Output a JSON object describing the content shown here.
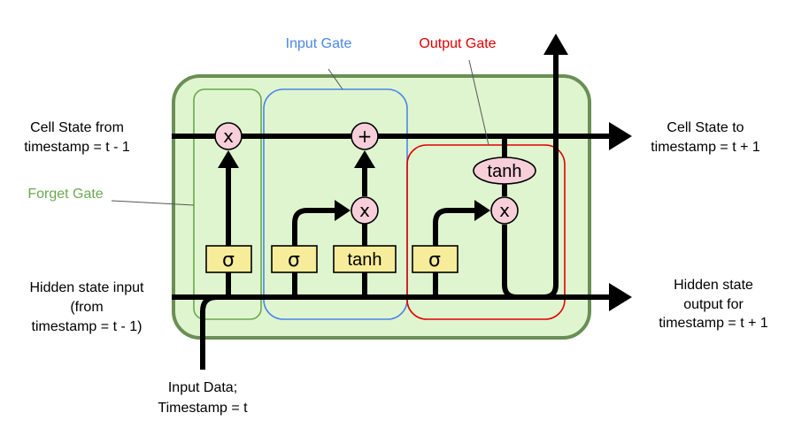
{
  "gates": {
    "input": "Input Gate",
    "output": "Output Gate",
    "forget": "Forget Gate"
  },
  "io": {
    "cell_from": [
      "Cell State from",
      "timestamp = t - 1"
    ],
    "cell_to": [
      "Cell State to",
      "timestamp = t + 1"
    ],
    "hidden_in": [
      "Hidden state input",
      "(from",
      "timestamp =  t - 1)"
    ],
    "hidden_out": [
      "Hidden state",
      "output for",
      "timestamp = t + 1"
    ],
    "input_data": [
      "Input Data;",
      "Timestamp = t"
    ]
  },
  "ops": {
    "forget_mul": "x",
    "add": "+",
    "input_mul": "x",
    "output_mul": "x",
    "tanh_cell": "tanh"
  },
  "layers": {
    "forget_sigma": "σ",
    "input_sigma": "σ",
    "input_tanh": "tanh",
    "output_sigma": "σ"
  },
  "colors": {
    "cell_fill": "#dff5cf",
    "cell_border": "#6a8f55",
    "forget": "#6aa84f",
    "input": "#4a86e8",
    "output": "#e00000",
    "op_fill": "#f6cfd9",
    "layer_fill": "#f7ec9a"
  }
}
